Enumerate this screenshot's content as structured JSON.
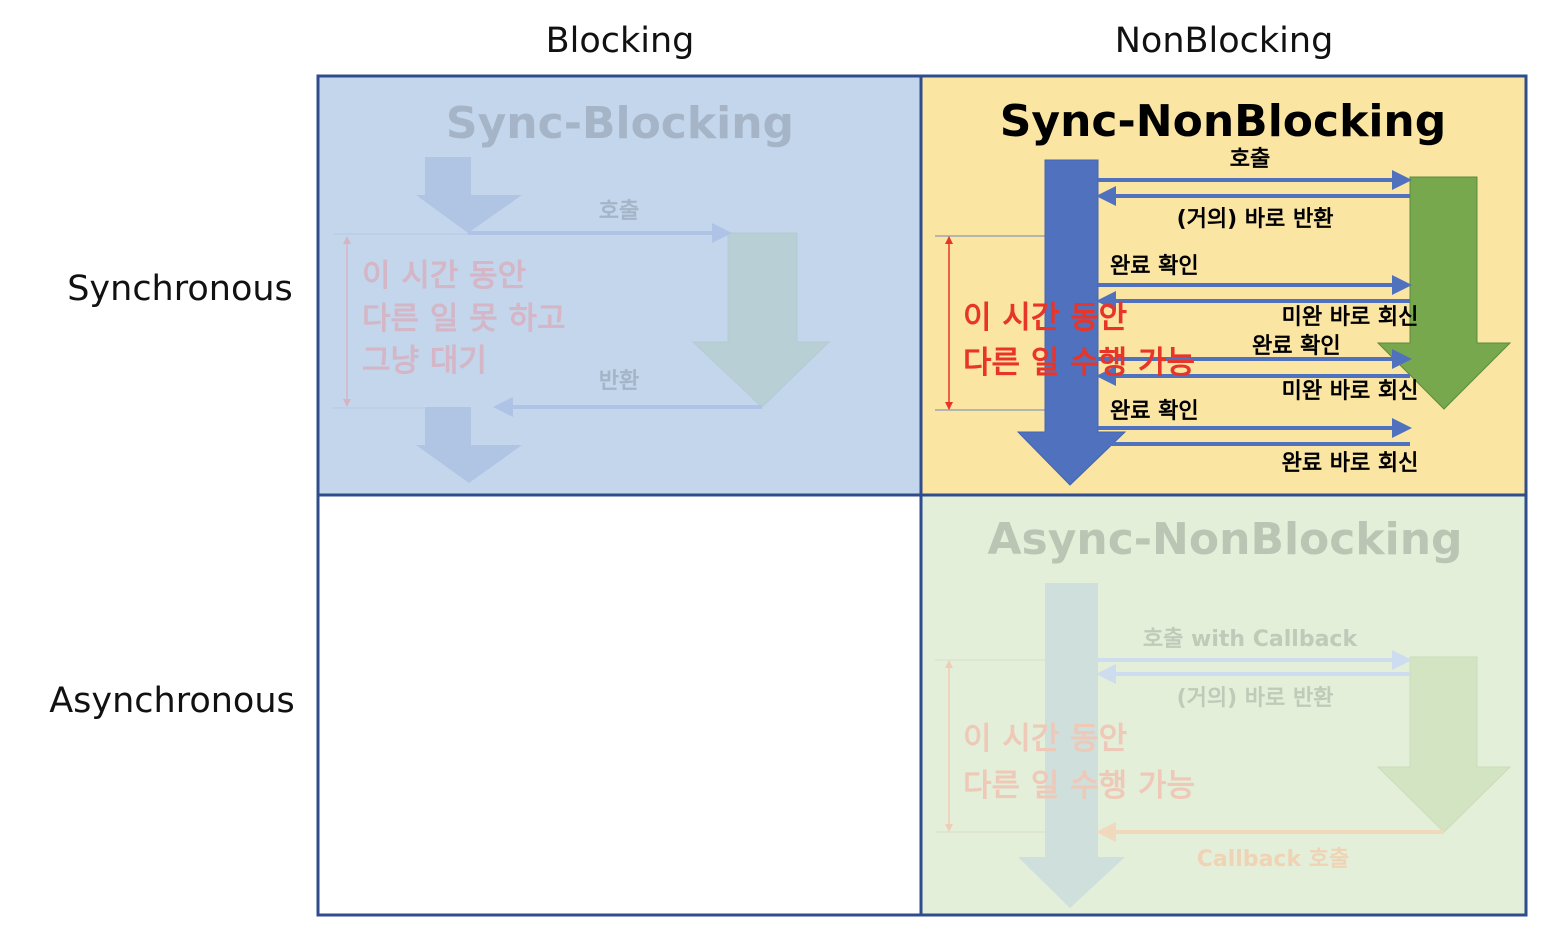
{
  "columns": {
    "blocking": "Blocking",
    "nonblocking": "NonBlocking"
  },
  "rows": {
    "synchronous": "Synchronous",
    "asynchronous": "Asynchronous"
  },
  "colors": {
    "border": "#2f4d8c",
    "sync_blocking_bg": "#c3d6ec",
    "sync_nonblocking_bg": "#fbe5a3",
    "async_nonblocking_bg": "#e3efd9",
    "caller_arrow": "#4f71be",
    "callee_arrow": "#78a84e",
    "highlight_text": "#e8352a"
  },
  "sync_blocking": {
    "title": "Sync-Blocking",
    "call": "호출",
    "return": "반환",
    "note": [
      "이 시간 동안",
      "다른 일 못 하고",
      "그냥 대기"
    ]
  },
  "sync_nonblocking": {
    "title": "Sync-NonBlocking",
    "call": "호출",
    "immediate_return": "(거의) 바로 반환",
    "check_1": "완료 확인",
    "reply_1": "미완 바로 회신",
    "check_2": "완료 확인",
    "reply_2": "미완 바로 회신",
    "check_3": "완료 확인",
    "reply_3": "완료 바로 회신",
    "note": [
      "이 시간 동안",
      "다른 일 수행 가능"
    ]
  },
  "async_nonblocking": {
    "title": "Async-NonBlocking",
    "call": "호출 with Callback",
    "immediate_return": "(거의) 바로 반환",
    "callback": "Callback 호출",
    "note": [
      "이 시간 동안",
      "다른 일 수행 가능"
    ]
  }
}
